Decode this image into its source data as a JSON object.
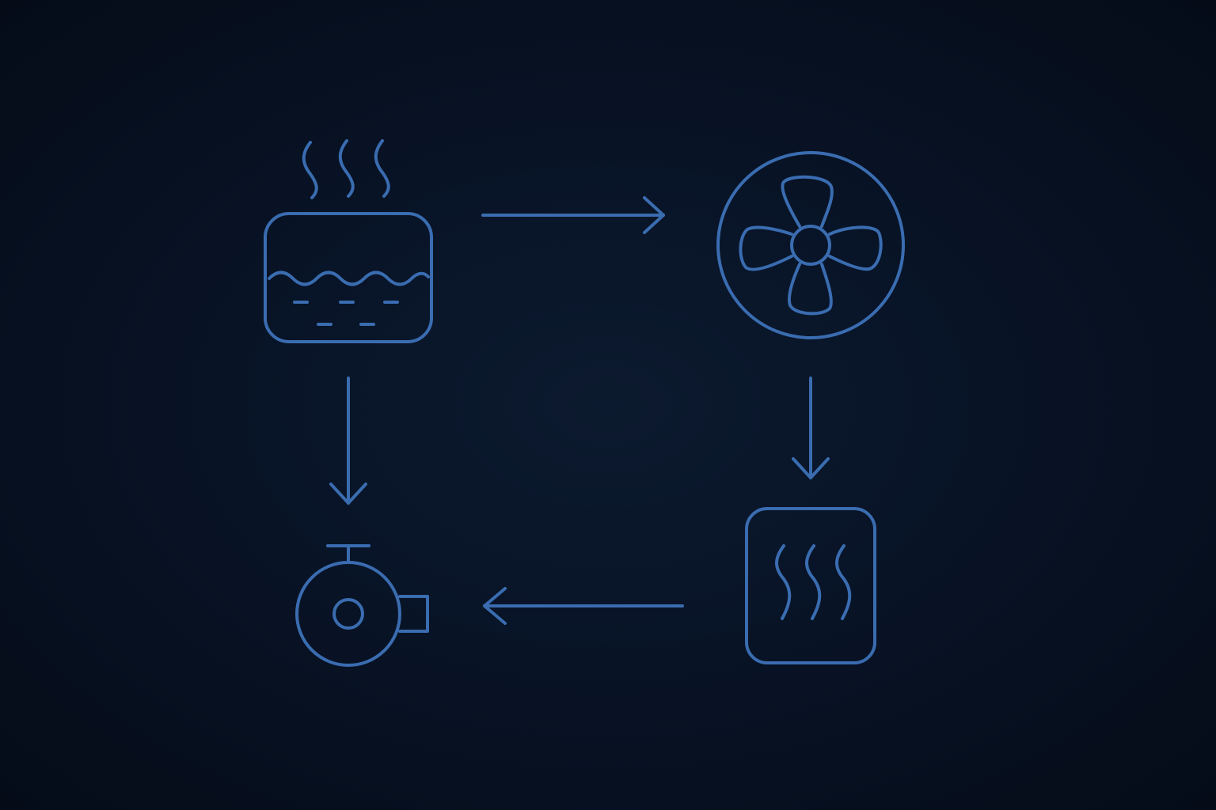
{
  "diagram": {
    "nodes": [
      {
        "id": "boiler",
        "icon": "boiler-tank-icon"
      },
      {
        "id": "fan",
        "icon": "fan-icon"
      },
      {
        "id": "radiator",
        "icon": "heat-panel-icon"
      },
      {
        "id": "pump",
        "icon": "pump-icon"
      }
    ],
    "edges": [
      {
        "from": "boiler",
        "to": "fan"
      },
      {
        "from": "fan",
        "to": "radiator"
      },
      {
        "from": "radiator",
        "to": "pump"
      },
      {
        "from": "boiler",
        "to": "pump"
      }
    ]
  },
  "colors": {
    "accent": "#3a6cb0",
    "background": "#081326"
  }
}
